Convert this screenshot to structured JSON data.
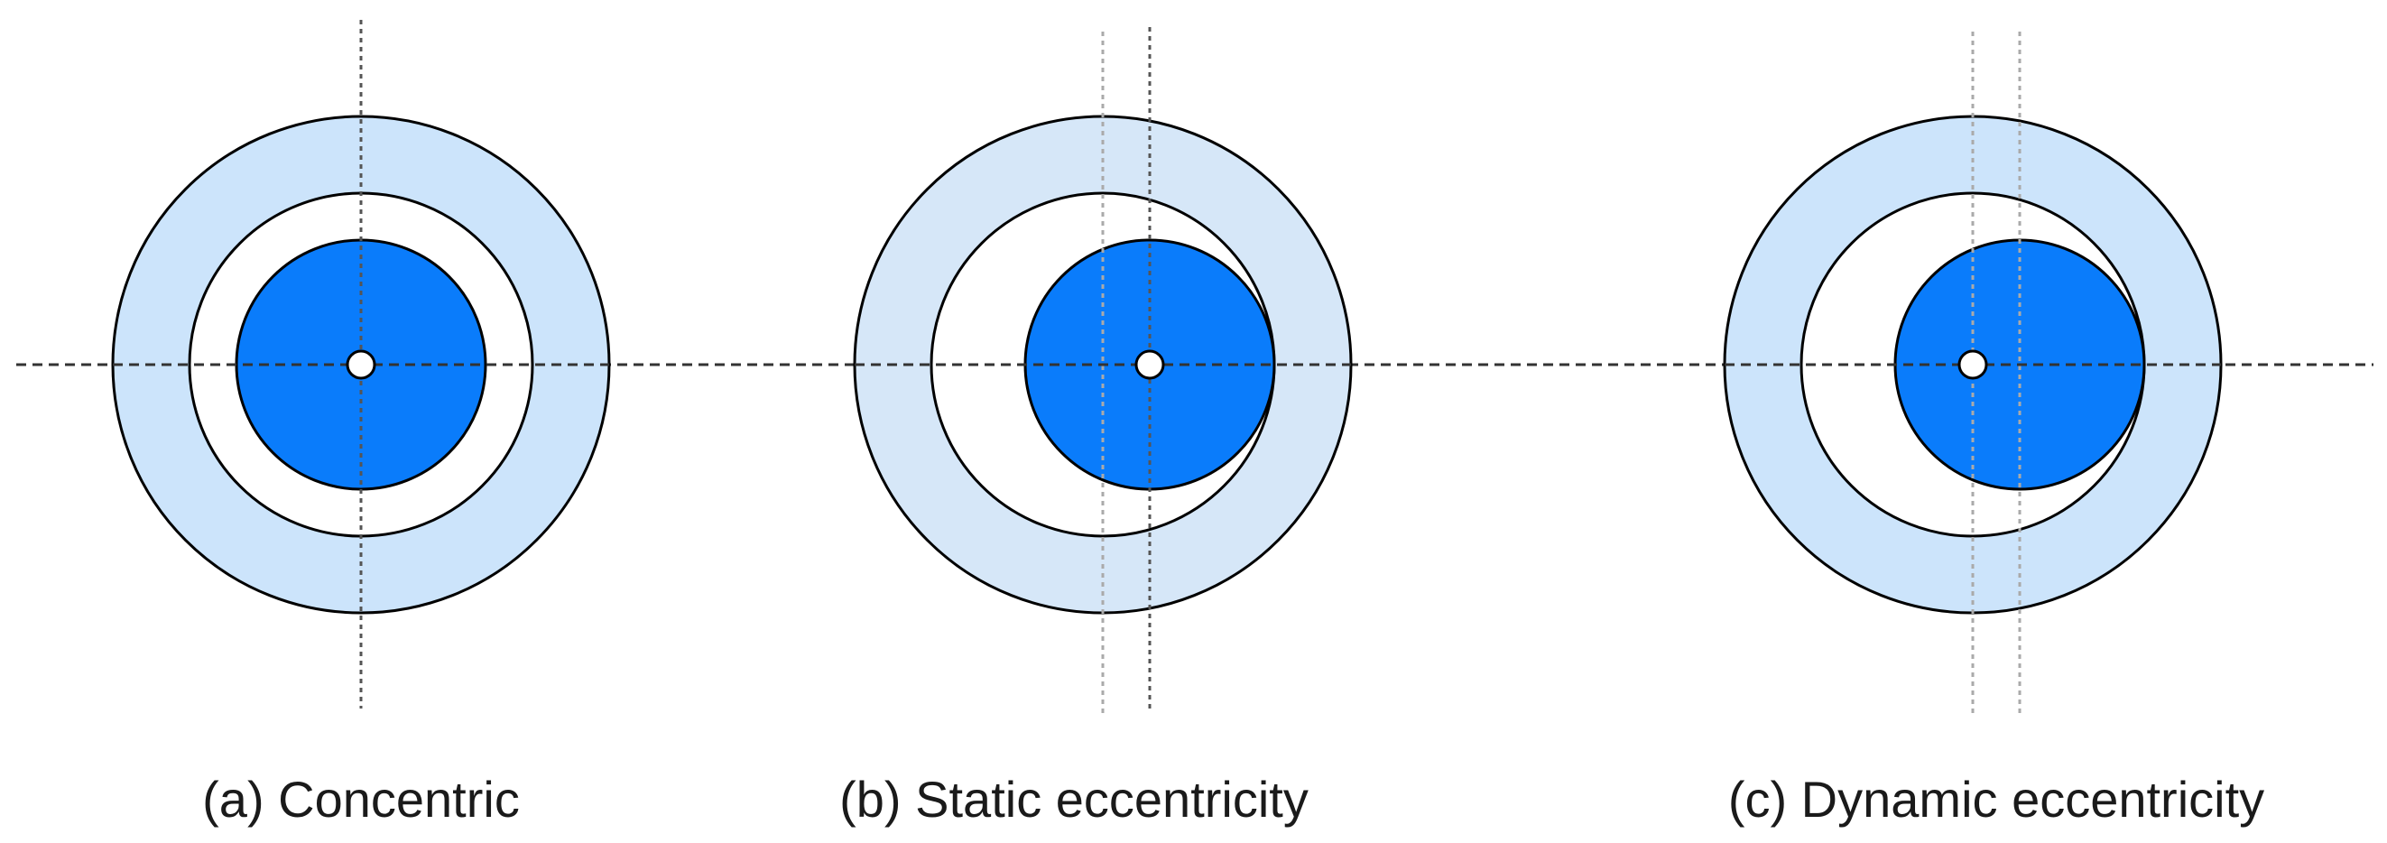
{
  "colors": {
    "stator_fill": "#cce4fb",
    "stator_fill_static": "#d6e7f8",
    "rotor_fill": "#0a7cfb",
    "outline": "#000000",
    "axis_line": "#333333",
    "guide_line": "#aaaaaa"
  },
  "panels": [
    {
      "id": "concentric",
      "caption": "(a) Concentric"
    },
    {
      "id": "static",
      "caption": "(b) Static eccentricity"
    },
    {
      "id": "dynamic",
      "caption": "(c) Dynamic eccentricity"
    }
  ]
}
